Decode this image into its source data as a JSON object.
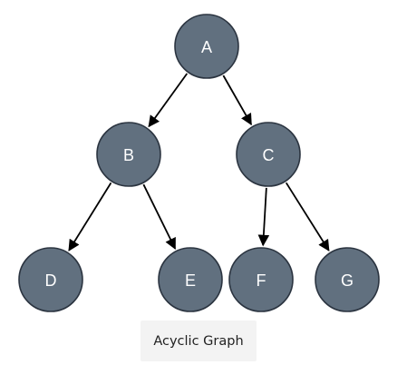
{
  "graph": {
    "nodes": [
      {
        "id": "A",
        "label": "A"
      },
      {
        "id": "B",
        "label": "B"
      },
      {
        "id": "C",
        "label": "C"
      },
      {
        "id": "D",
        "label": "D"
      },
      {
        "id": "E",
        "label": "E"
      },
      {
        "id": "F",
        "label": "F"
      },
      {
        "id": "G",
        "label": "G"
      }
    ],
    "edges": [
      {
        "from": "A",
        "to": "B"
      },
      {
        "from": "A",
        "to": "C"
      },
      {
        "from": "B",
        "to": "D"
      },
      {
        "from": "B",
        "to": "E"
      },
      {
        "from": "C",
        "to": "F"
      },
      {
        "from": "C",
        "to": "G"
      }
    ],
    "colors": {
      "node_fill": "#61707f",
      "node_stroke": "#2b3440",
      "edge": "#000000",
      "label": "#ffffff"
    }
  },
  "caption": {
    "text": "Acyclic Graph"
  }
}
